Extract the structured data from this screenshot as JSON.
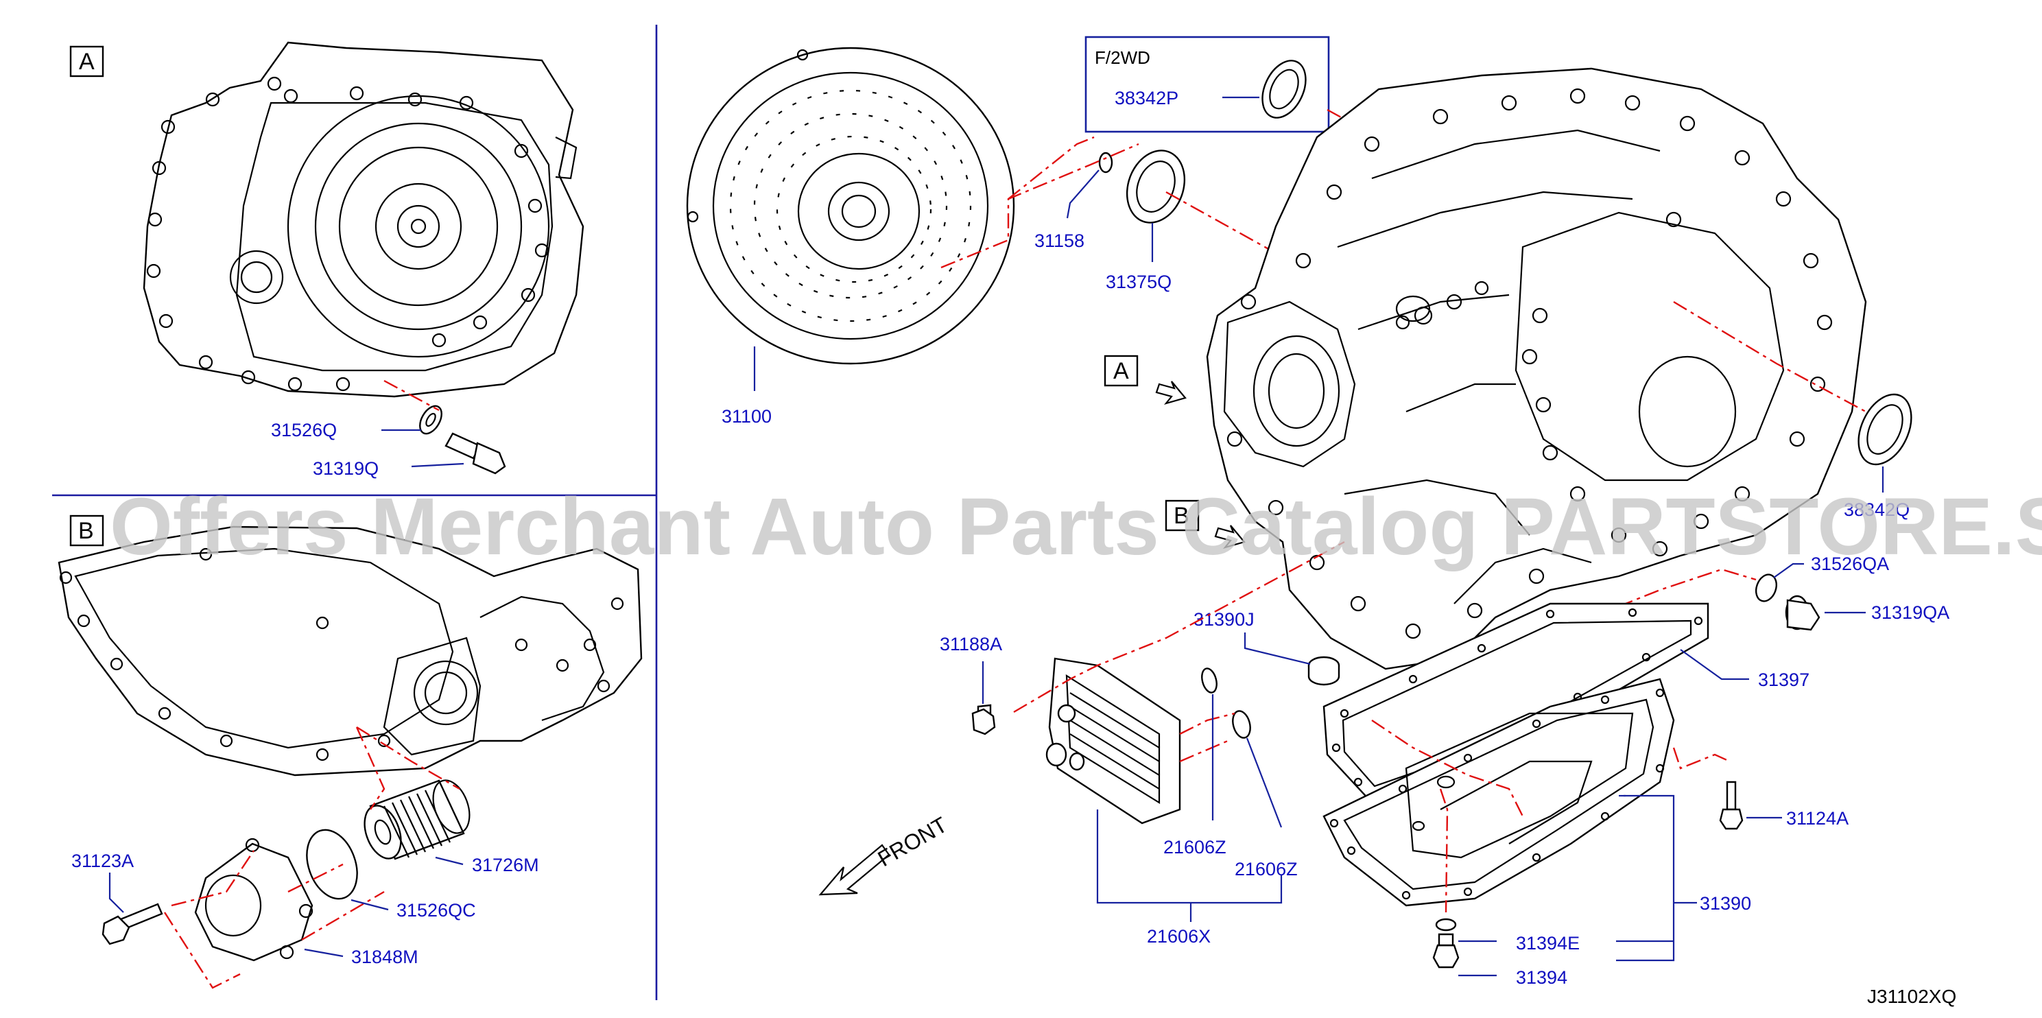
{
  "diagram_id": "J31102XQ",
  "watermark": "Offers Merchant Auto Parts Catalog PARTSTORE.SA",
  "front_label": "FRONT",
  "views": {
    "a": "A",
    "b": "B"
  },
  "callouts": {
    "a_main": "A",
    "b_main": "B"
  },
  "variant_box": {
    "title": "F/2WD",
    "part": "38342P"
  },
  "parts": [
    {
      "id": "p31526Q",
      "number": "31526Q"
    },
    {
      "id": "p31319Q",
      "number": "31319Q"
    },
    {
      "id": "p31100",
      "number": "31100"
    },
    {
      "id": "p31158",
      "number": "31158"
    },
    {
      "id": "p31375Q",
      "number": "31375Q"
    },
    {
      "id": "p38342Q",
      "number": "38342Q"
    },
    {
      "id": "p31526QA",
      "number": "31526QA"
    },
    {
      "id": "p31319QA",
      "number": "31319QA"
    },
    {
      "id": "p31390J",
      "number": "31390J"
    },
    {
      "id": "p31397",
      "number": "31397"
    },
    {
      "id": "p31188A",
      "number": "31188A"
    },
    {
      "id": "p21606Z_a",
      "number": "21606Z"
    },
    {
      "id": "p21606Z_b",
      "number": "21606Z"
    },
    {
      "id": "p21606X",
      "number": "21606X"
    },
    {
      "id": "p31124A",
      "number": "31124A"
    },
    {
      "id": "p31390",
      "number": "31390"
    },
    {
      "id": "p31394E",
      "number": "31394E"
    },
    {
      "id": "p31394",
      "number": "31394"
    },
    {
      "id": "p31123A",
      "number": "31123A"
    },
    {
      "id": "p31726M",
      "number": "31726M"
    },
    {
      "id": "p31526QC",
      "number": "31526QC"
    },
    {
      "id": "p31848M",
      "number": "31848M"
    }
  ]
}
